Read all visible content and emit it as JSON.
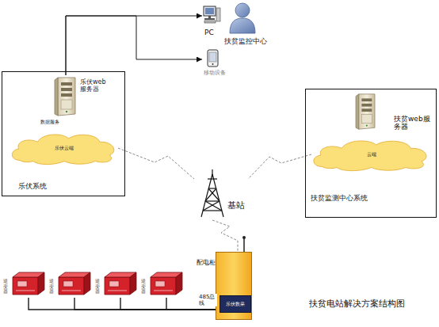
{
  "diagram": {
    "caption": "扶贫电站解决方案结构图",
    "nodes": [
      {
        "text": [
          "PC"
        ]
      },
      {
        "text": [
          "扶贫监控中心"
        ]
      },
      {
        "text": [
          "移动设备"
        ]
      },
      {
        "text": [
          "乐伏系统"
        ]
      },
      {
        "text": [
          "乐伏web服务器",
          "数据服务"
        ],
        "in": 3
      },
      {
        "text": [
          "乐伏云端"
        ],
        "in": 3
      },
      {
        "text": [
          "扶贫监测中心系统"
        ]
      },
      {
        "text": [
          "扶贫web服务器"
        ],
        "in": 6
      },
      {
        "text": [
          "云端"
        ],
        "in": 6
      },
      {
        "text": [
          "基站"
        ]
      },
      {
        "text": [
          "配电柜"
        ]
      },
      {
        "text": [
          "乐伏数采"
        ],
        "in": 10
      },
      {
        "text": [
          "逆变器"
        ]
      },
      {
        "text": [
          "逆变器"
        ]
      },
      {
        "text": [
          "逆变器"
        ]
      },
      {
        "text": [
          "逆变器"
        ]
      }
    ],
    "edges": [
      {
        "from": 4,
        "to": 0,
        "arrow": "to"
      },
      {
        "from": 4,
        "to": 2,
        "arrow": "to"
      },
      {
        "from": 5,
        "to": 9,
        "arrow": "none"
      },
      {
        "from": 8,
        "to": 9,
        "arrow": "none"
      },
      {
        "from": 9,
        "to": 10,
        "arrow": "none"
      },
      {
        "from": 11,
        "to": 12,
        "arrow": "none"
      },
      {
        "from": 11,
        "to": 13,
        "arrow": "none"
      },
      {
        "from": 11,
        "to": 14,
        "arrow": "none"
      },
      {
        "from": 11,
        "to": 15,
        "arrow": "none",
        "label": "485总线"
      }
    ]
  }
}
